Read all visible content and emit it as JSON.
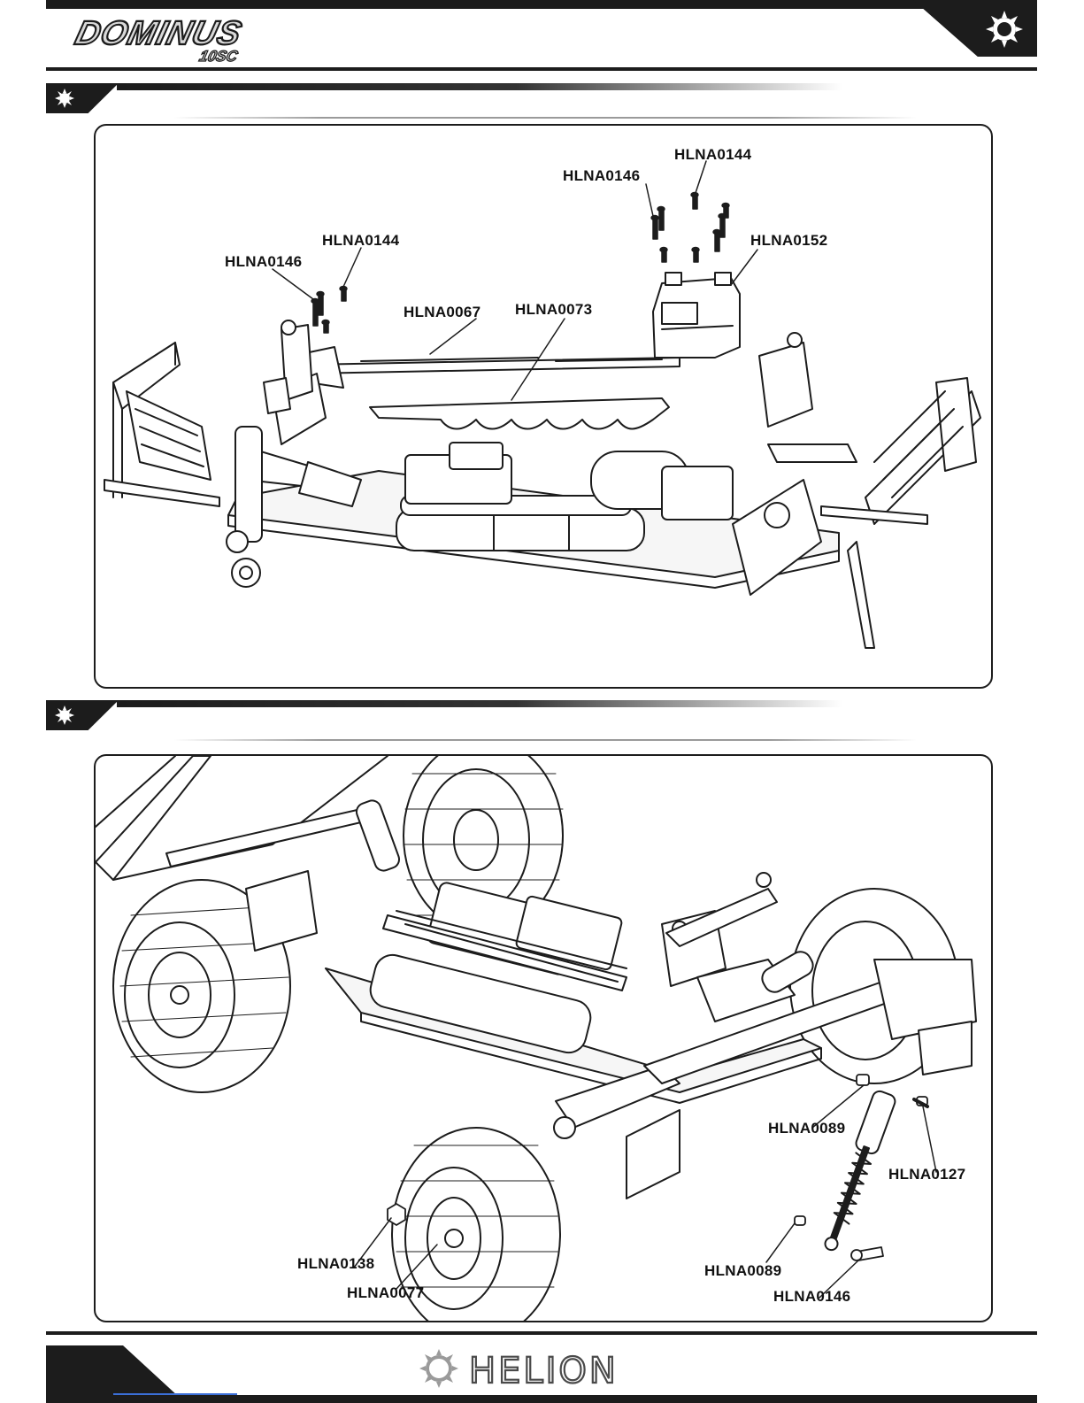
{
  "header": {
    "logo_text": "DOMINUS",
    "logo_subtext": "10SC"
  },
  "steps": [
    {
      "callouts": [
        "HLNA0144",
        "HLNA0146",
        "HLNA0152",
        "HLNA0144",
        "HLNA0146",
        "HLNA0067",
        "HLNA0073"
      ]
    },
    {
      "callouts": [
        "HLNA0089",
        "HLNA0127",
        "HLNA0138",
        "HLNA0077",
        "HLNA0089",
        "HLNA0146"
      ]
    }
  ],
  "footer": {
    "brand": "HELION"
  },
  "colors": {
    "ink": "#1c1c1c",
    "link": "#3b6fd8"
  },
  "icons": [
    "sun-gear-icon",
    "screw-icon",
    "coil-shock-icon",
    "wheel-icon"
  ]
}
